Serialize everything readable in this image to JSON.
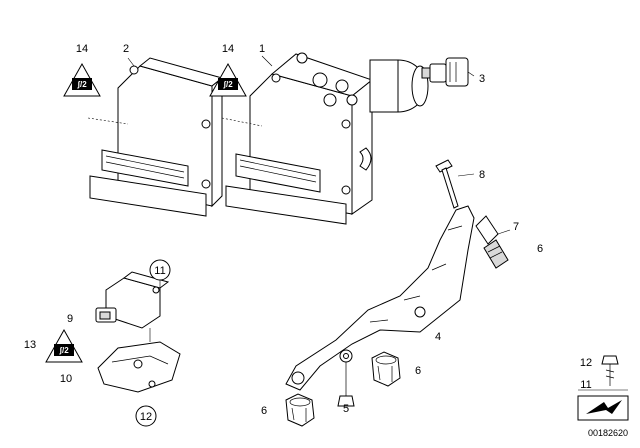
{
  "callouts": {
    "c14a": "14",
    "c2": "2",
    "c14b": "14",
    "c1": "1",
    "c3": "3",
    "c8": "8",
    "c7": "7",
    "c6a": "6",
    "c11": "11",
    "c9": "9",
    "c13": "13",
    "c10": "10",
    "c4": "4",
    "c6b": "6",
    "c6c": "6",
    "c5": "5",
    "c12": "12",
    "legend12": "12",
    "legend11": "11"
  },
  "warning_symbol_text": "ʃ/2",
  "doc_number": "00182620"
}
